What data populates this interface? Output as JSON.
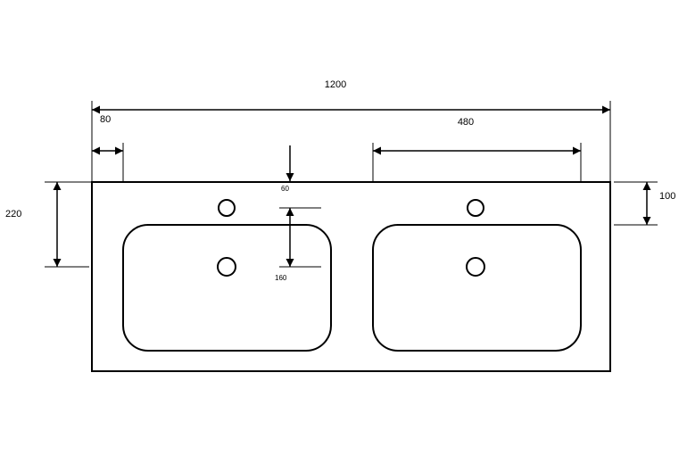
{
  "dimensions": {
    "overall_width": "1200",
    "side_offset": "80",
    "basin_width": "480",
    "tap_hole_offset": "60",
    "depth_left": "220",
    "basin_setback": "160",
    "back_to_basin": "100"
  }
}
